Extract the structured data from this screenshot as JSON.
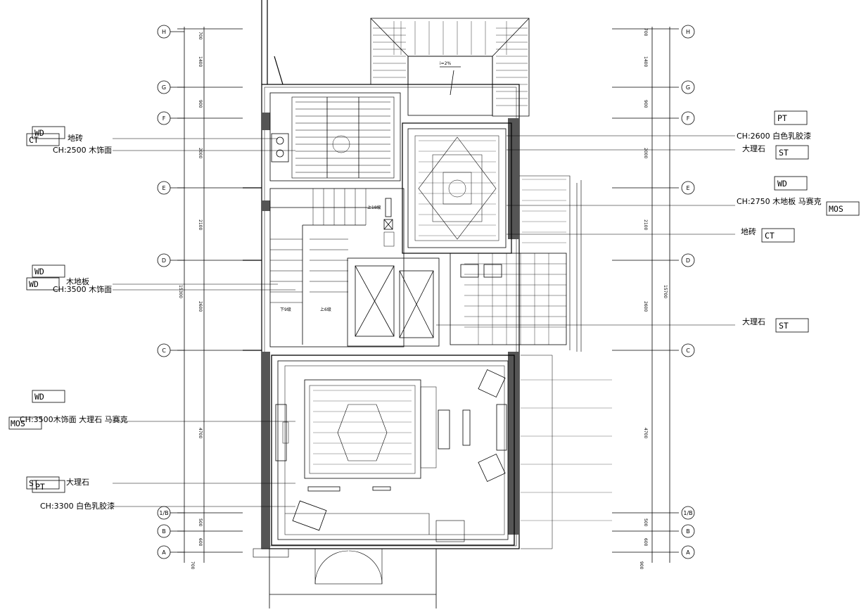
{
  "grid_axes": {
    "left": [
      "H",
      "G",
      "F",
      "E",
      "D",
      "C",
      "1/B",
      "B",
      "A"
    ],
    "right": [
      "H",
      "G",
      "F",
      "E",
      "D",
      "C",
      "1/B",
      "B",
      "A"
    ]
  },
  "dimensions": {
    "left": [
      "700",
      "1400",
      "900",
      "2000",
      "2100",
      "2600",
      "4700",
      "500",
      "600"
    ],
    "right": [
      "700",
      "1400",
      "900",
      "2000",
      "2100",
      "2600",
      "4700",
      "500",
      "600"
    ],
    "total_left": "15300",
    "total_right": "15700",
    "bottom_left": "700",
    "bottom_right": "900"
  },
  "left_callouts": [
    {
      "text": "地砖",
      "code": "WD"
    },
    {
      "text": "",
      "code": "CT"
    },
    {
      "text": "CH:2500 木饰面",
      "code": ""
    },
    {
      "text": "木地板",
      "code": "WD"
    },
    {
      "text": "",
      "code": "WD"
    },
    {
      "text": "CH:3500 木饰面",
      "code": ""
    },
    {
      "text": "CH:3500木饰面 大理石 马赛克",
      "code": "WD"
    },
    {
      "text": "",
      "code": "MOS"
    },
    {
      "text": "大理石",
      "code": "ST"
    },
    {
      "text": "",
      "code": "PT"
    },
    {
      "text": "CH:3300 白色乳胶漆",
      "code": ""
    }
  ],
  "right_callouts": [
    {
      "text": "",
      "code": "PT"
    },
    {
      "text": "CH:2600 白色乳胶漆",
      "code": ""
    },
    {
      "text": "大理石",
      "code": "ST"
    },
    {
      "text": "",
      "code": "WD"
    },
    {
      "text": "CH:2750 木地板 马赛克",
      "code": "MOS"
    },
    {
      "text": "地砖",
      "code": "CT"
    },
    {
      "text": "大理石",
      "code": "ST"
    }
  ],
  "room_notes": {
    "up_label": "上18级",
    "stair_a": "下9级",
    "stair_b": "上6级",
    "ramp": "i=2%"
  },
  "colors": {
    "line": "#000000",
    "wall": "#555555",
    "background": "#ffffff"
  }
}
